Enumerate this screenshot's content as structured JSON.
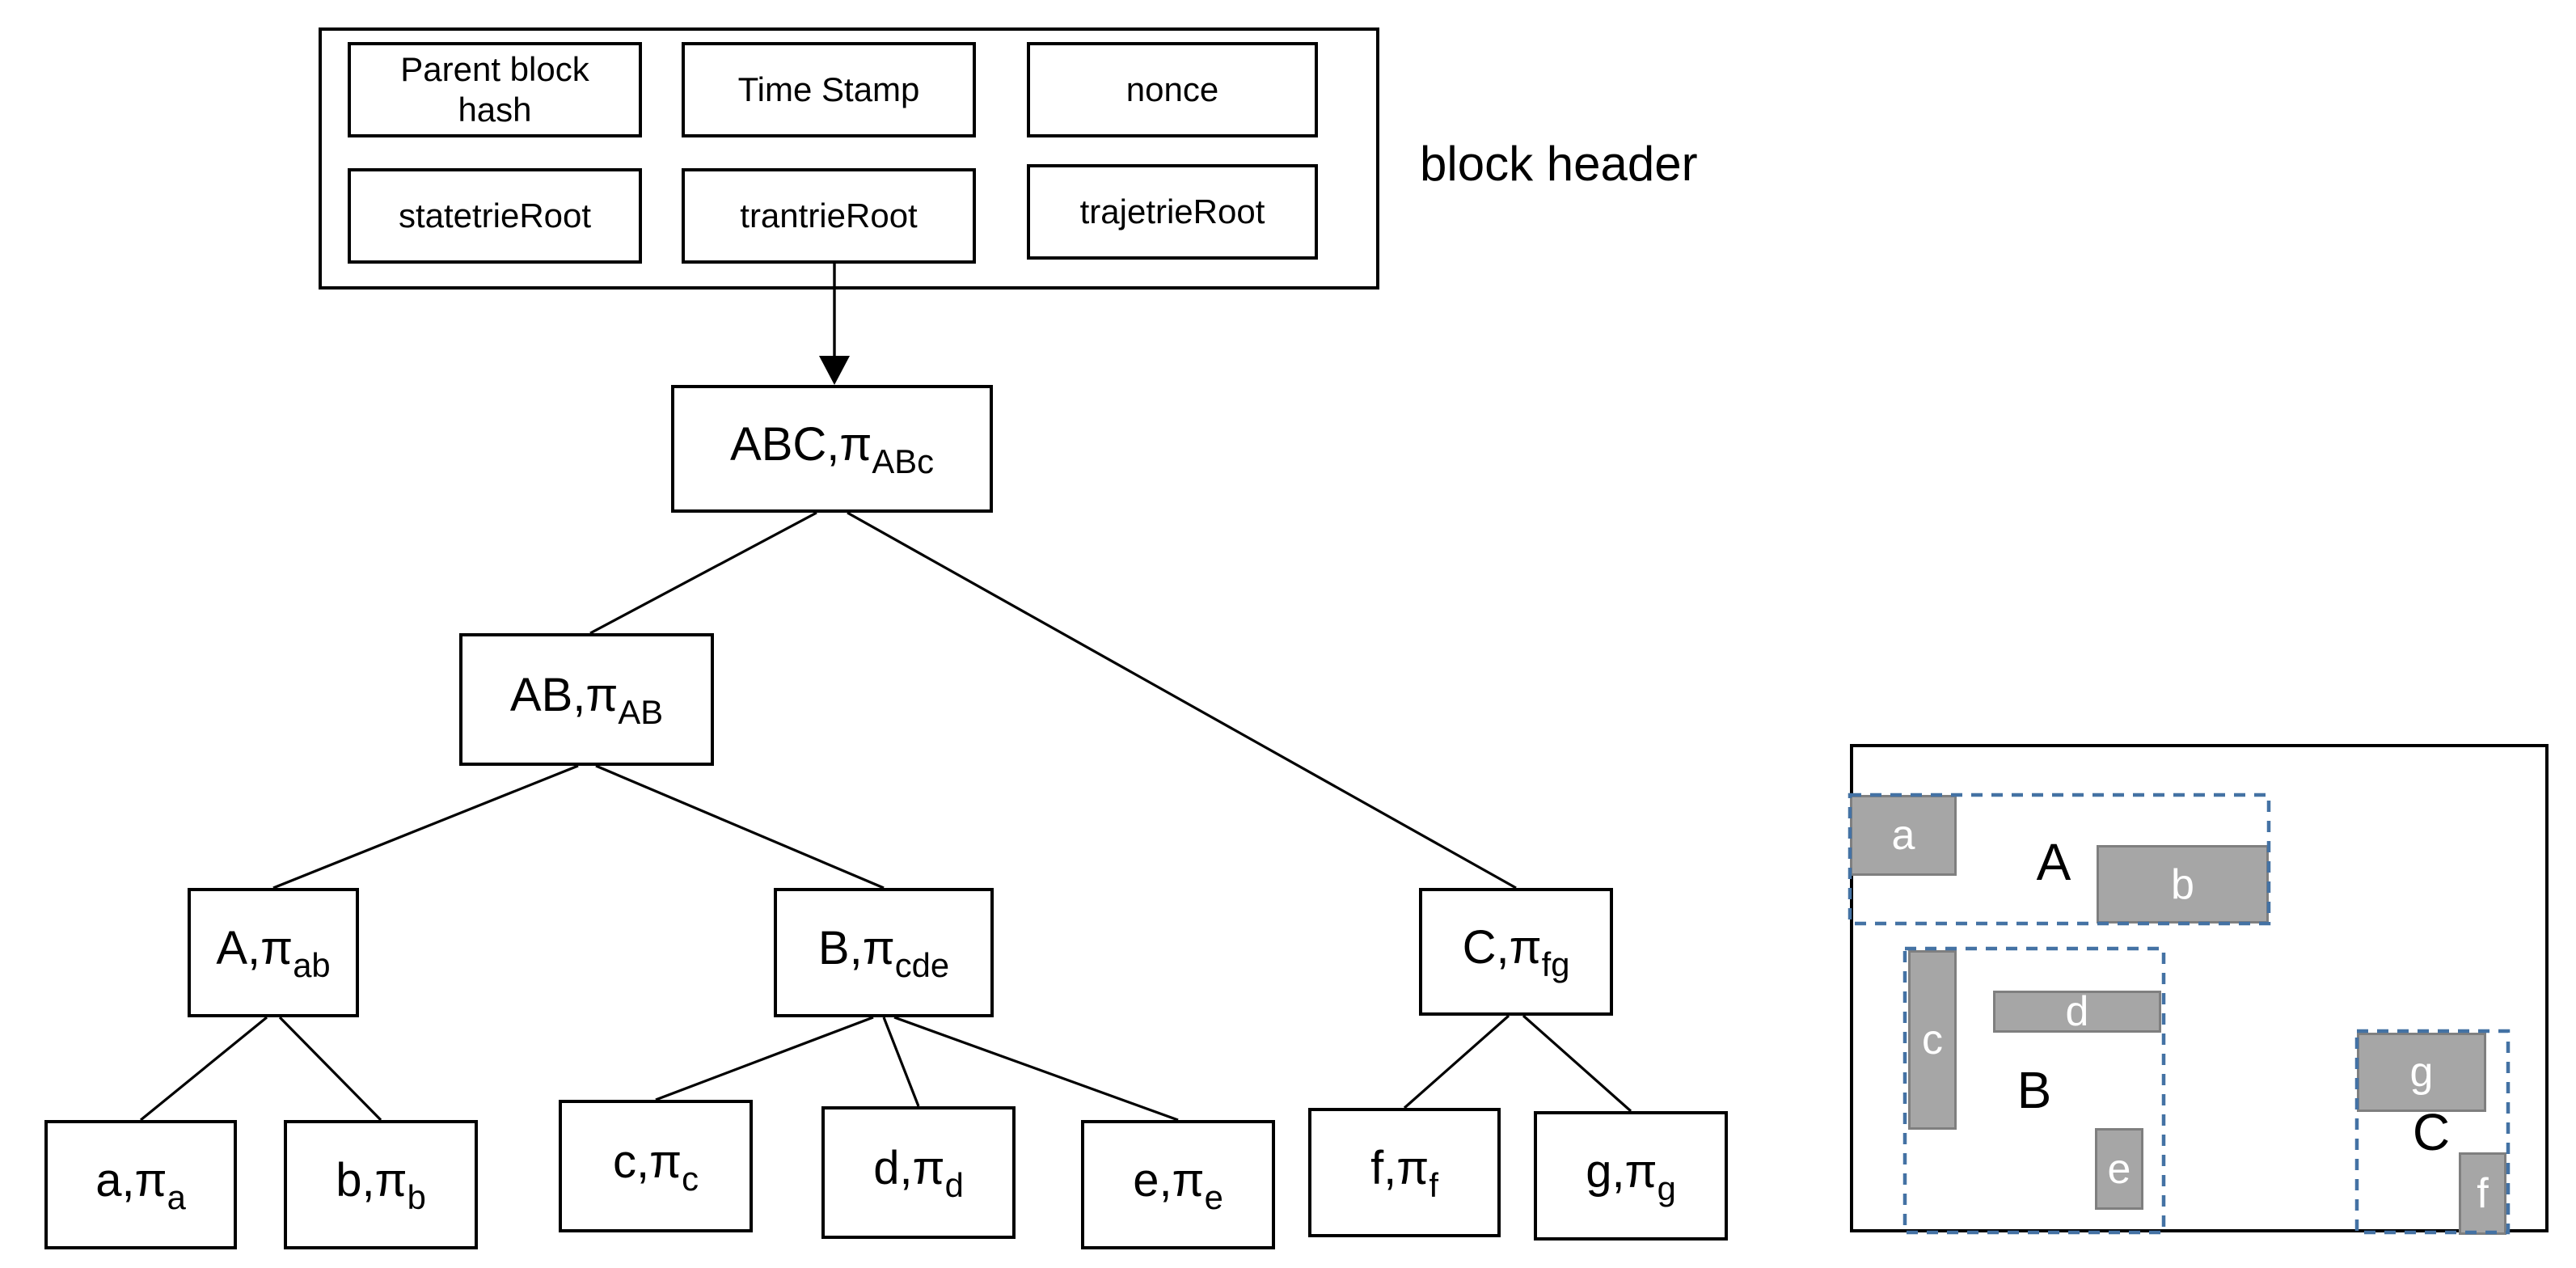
{
  "block_header": {
    "label": "block header",
    "cells": {
      "parent": "Parent block hash",
      "time": "Time Stamp",
      "nonce": "nonce",
      "statetrie": "statetrieRoot",
      "trantrie": "trantrieRoot",
      "trajetrie": "trajetrieRoot"
    }
  },
  "merkle_tree": {
    "root": {
      "main": "ABC,π",
      "sub": "ABc"
    },
    "ab": {
      "main": "AB,π",
      "sub": "AB"
    },
    "node_a": {
      "main": "A,π",
      "sub": "ab"
    },
    "node_b": {
      "main": "B,π",
      "sub": "cde"
    },
    "node_c": {
      "main": "C,π",
      "sub": "fg"
    },
    "leaf_a": {
      "main": "a,π",
      "sub": "a"
    },
    "leaf_b": {
      "main": "b,π",
      "sub": "b"
    },
    "leaf_c": {
      "main": "c,π",
      "sub": "c"
    },
    "leaf_d": {
      "main": "d,π",
      "sub": "d"
    },
    "leaf_e": {
      "main": "e,π",
      "sub": "e"
    },
    "leaf_f": {
      "main": "f,π",
      "sub": "f"
    },
    "leaf_g": {
      "main": "g,π",
      "sub": "g"
    }
  },
  "spatial_map": {
    "regions": {
      "A": "A",
      "B": "B",
      "C": "C"
    },
    "items": {
      "a": "a",
      "b": "b",
      "c": "c",
      "d": "d",
      "e": "e",
      "f": "f",
      "g": "g"
    }
  },
  "colors": {
    "line": "#000000",
    "region_dash": "#4472a4",
    "item_fill": "#a6a6a6",
    "item_border": "#7f7f7f",
    "item_text": "#ffffff"
  }
}
